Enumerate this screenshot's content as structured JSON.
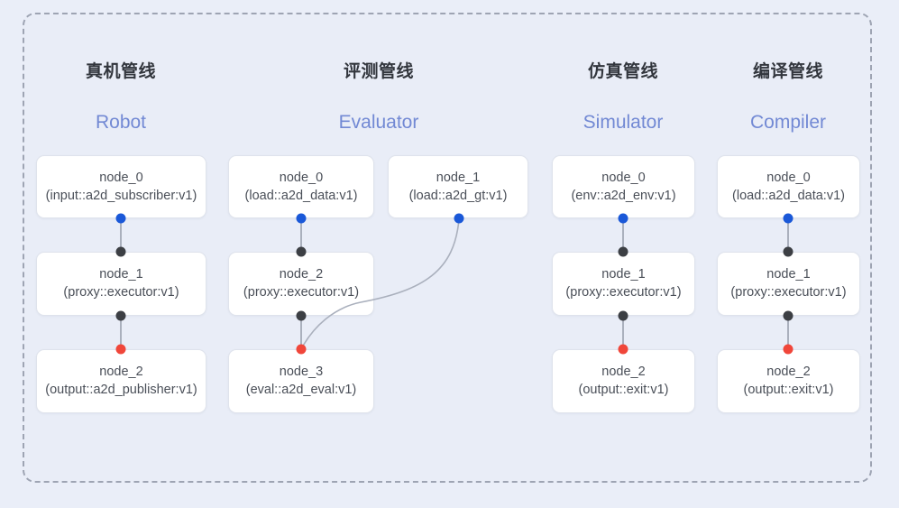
{
  "diagram": {
    "background_color": "#eaeef8",
    "panel_color": "#e9edf7",
    "frame_border_color": "#9ea4b3",
    "port_colors": {
      "output": "#1a58d8",
      "input": "#3c3f44",
      "terminal": "#f0463a"
    },
    "edge_color": "#aab0bd",
    "heading_cn_color": "#32363d",
    "heading_en_color": "#7289d4"
  },
  "columns": [
    {
      "heading_cn": "真机管线",
      "heading_en": "Robot",
      "nodes": [
        {
          "title": "node_0",
          "sub": "(input::a2d_subscriber:v1)"
        },
        {
          "title": "node_1",
          "sub": "(proxy::executor:v1)"
        },
        {
          "title": "node_2",
          "sub": "(output::a2d_publisher:v1)"
        }
      ]
    },
    {
      "heading_cn": "评测管线",
      "heading_en": "Evaluator",
      "nodes": [
        {
          "title": "node_0",
          "sub": "(load::a2d_data:v1)"
        },
        {
          "title": "node_1",
          "sub": "(load::a2d_gt:v1)"
        },
        {
          "title": "node_2",
          "sub": "(proxy::executor:v1)"
        },
        {
          "title": "node_3",
          "sub": "(eval::a2d_eval:v1)"
        }
      ]
    },
    {
      "heading_cn": "仿真管线",
      "heading_en": "Simulator",
      "nodes": [
        {
          "title": "node_0",
          "sub": "(env::a2d_env:v1)"
        },
        {
          "title": "node_1",
          "sub": "(proxy::executor:v1)"
        },
        {
          "title": "node_2",
          "sub": "(output::exit:v1)"
        }
      ]
    },
    {
      "heading_cn": "编译管线",
      "heading_en": "Compiler",
      "nodes": [
        {
          "title": "node_0",
          "sub": "(load::a2d_data:v1)"
        },
        {
          "title": "node_1",
          "sub": "(proxy::executor:v1)"
        },
        {
          "title": "node_2",
          "sub": "(output::exit:v1)"
        }
      ]
    }
  ]
}
